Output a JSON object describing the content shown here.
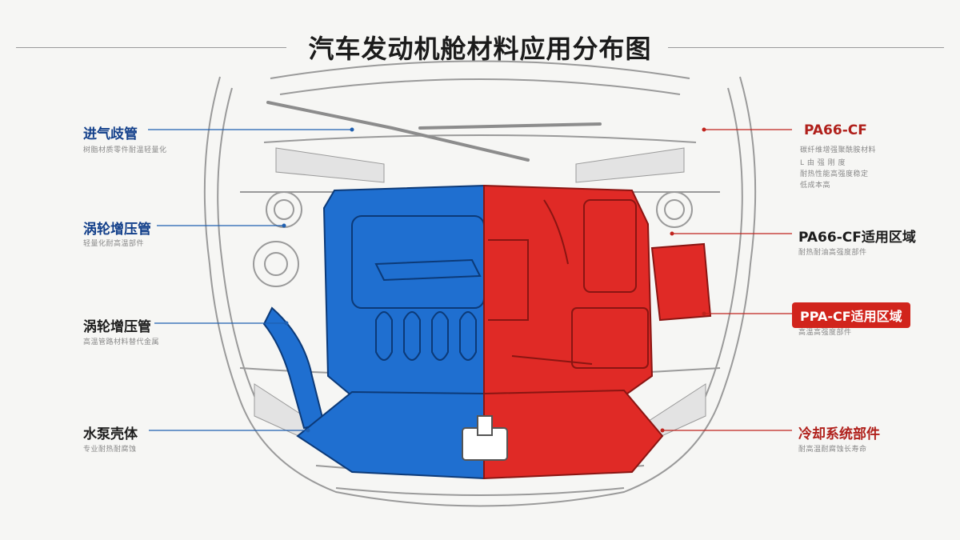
{
  "title": "汽车发动机舱材料应用分布图",
  "left_labels": [
    {
      "label": "进气歧管",
      "sub": "树脂材质零件耐温轻量化"
    },
    {
      "label": "涡轮增压管",
      "sub": "轻量化耐高温部件"
    },
    {
      "label": "涡轮增压管",
      "sub": "高温管路材料替代金属"
    },
    {
      "label": "水泵壳体",
      "sub": "专业耐热耐腐蚀"
    }
  ],
  "right_labels": [
    {
      "label": "PA66-CF",
      "sub": [
        "碳纤维增强聚酰胺材料",
        "L 由 强 刚 度",
        "耐热性能高强度稳定",
        "低成本高"
      ]
    },
    {
      "label": "PA66-CF适用区域",
      "sub": "耐热耐油高强度部件"
    },
    {
      "label": "PPA-CF适用区域",
      "sub": "高温高强度部件"
    },
    {
      "label": "冷却系统部件",
      "sub": "耐高温耐腐蚀长寿命"
    }
  ],
  "colors": {
    "blue": "#1f6fd0",
    "red": "#e02a26",
    "label_blue": "#123f8a",
    "label_red": "#b0201b"
  }
}
